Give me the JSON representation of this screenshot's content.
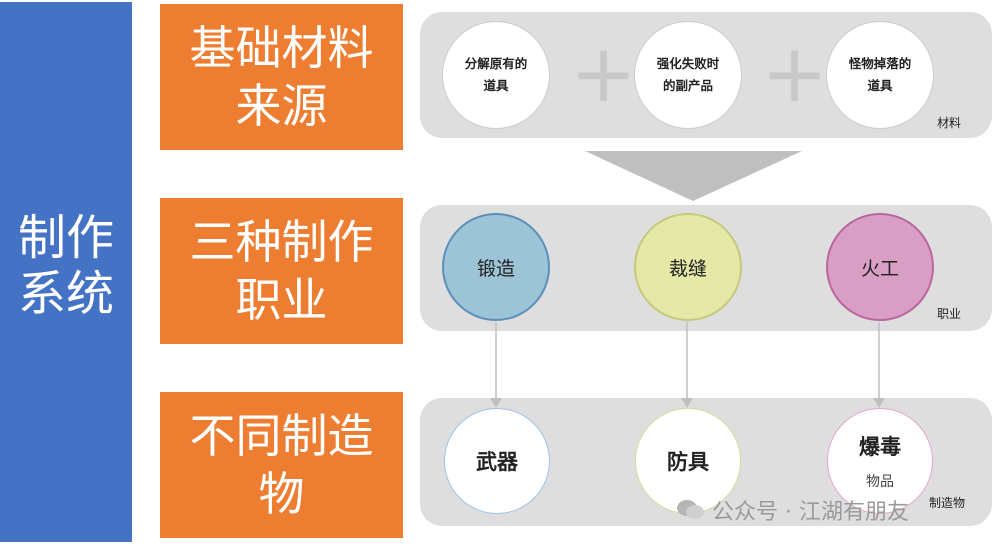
{
  "left_label": [
    "制作",
    "系统"
  ],
  "rows": [
    {
      "title": [
        "基础材料",
        "来源"
      ],
      "tag": "材料"
    },
    {
      "title": [
        "三种制作",
        "职业"
      ],
      "tag": "职业"
    },
    {
      "title": [
        "不同制造",
        "物"
      ],
      "tag": "制造物"
    }
  ],
  "materials": [
    [
      "分解原有的",
      "道具"
    ],
    [
      "强化失败时",
      "的副产品"
    ],
    [
      "怪物掉落的",
      "道具"
    ]
  ],
  "plus_sign": "+",
  "professions": [
    {
      "label": "锻造",
      "fill": "#9dc3d7",
      "border": "#5a90b8"
    },
    {
      "label": "裁缝",
      "fill": "#e5e8a6",
      "border": "#c5c97c"
    },
    {
      "label": "火工",
      "fill": "#d99ec4",
      "border": "#b9659e"
    }
  ],
  "products": [
    {
      "label": "武器",
      "border": "#9dc3e6"
    },
    {
      "label": "防具",
      "border": "#d9dc9e"
    },
    {
      "label": "爆毒",
      "extra": "物品",
      "border": "#e3a6cb"
    }
  ],
  "watermark": "公众号 · 江湖有朋友",
  "colors": {
    "blue": "#4472c4",
    "orange": "#ed7d31",
    "panel": "#dedede",
    "arrow": "#bfbfbf"
  }
}
